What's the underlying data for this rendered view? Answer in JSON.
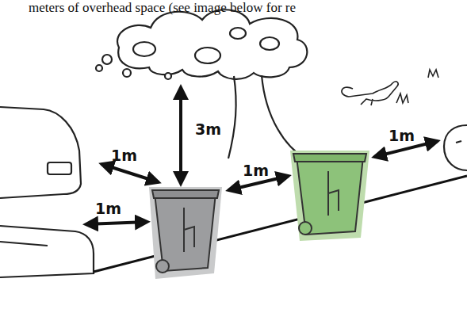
{
  "diagram": {
    "labels": [
      "meters of overhead space (see image below for re",
      "1m",
      "3m",
      "1m",
      "1m",
      "1m"
    ]
  }
}
